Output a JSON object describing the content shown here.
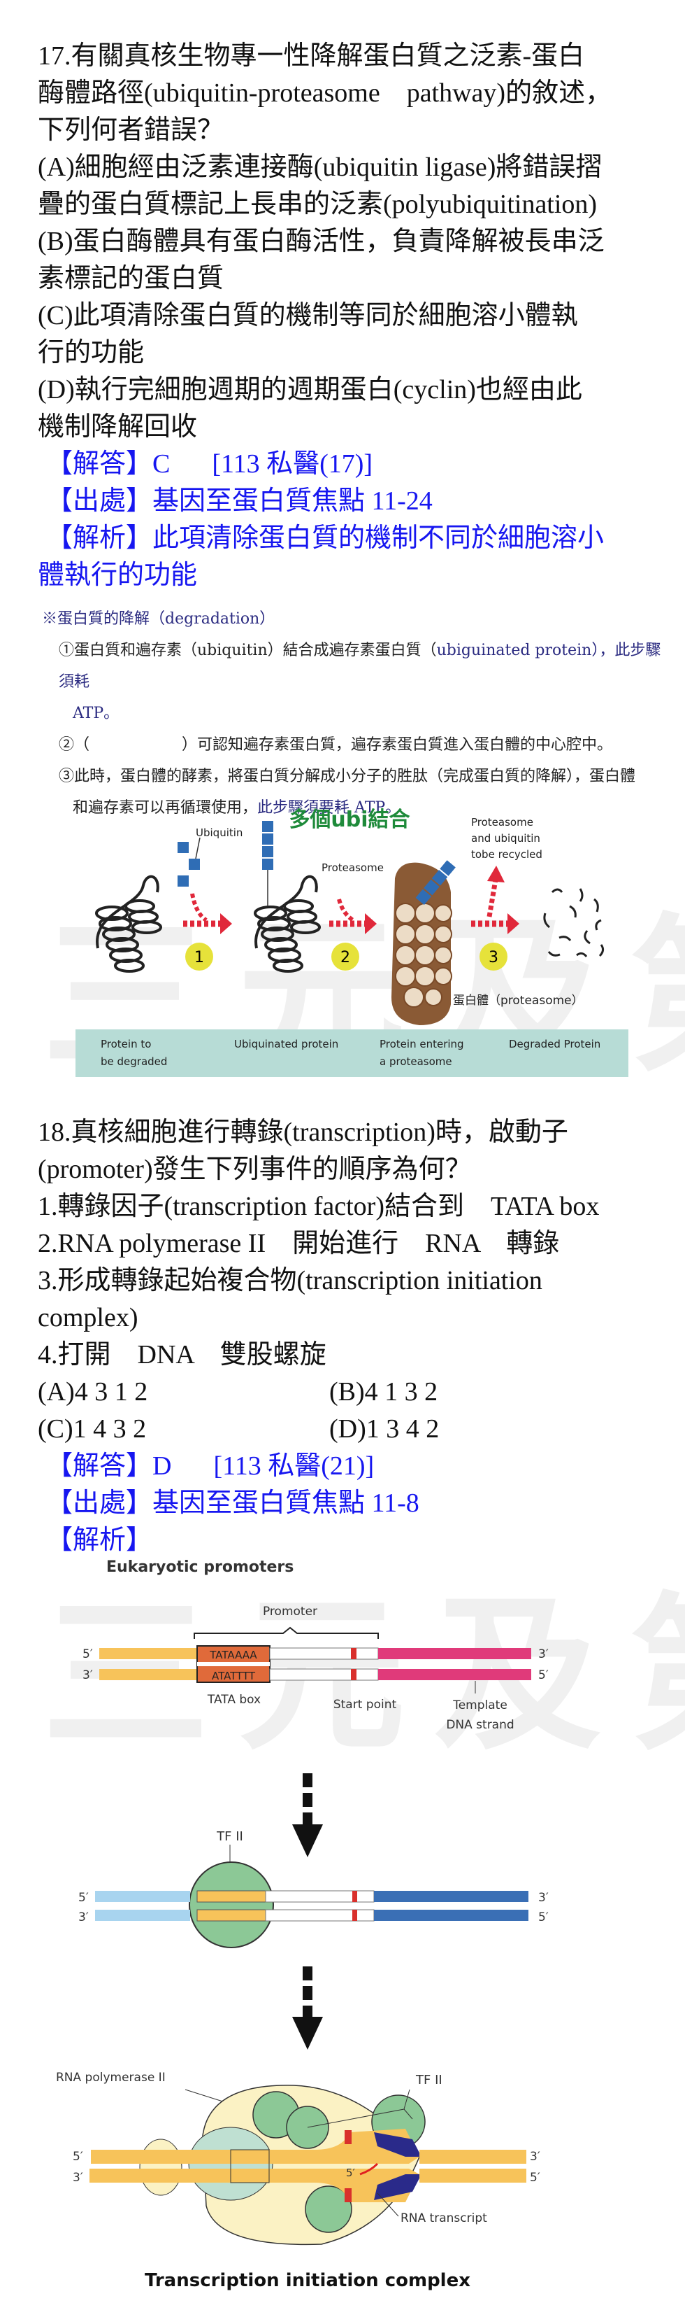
{
  "watermark": "三元及第",
  "q17": {
    "lines": [
      "17.有關真核生物專一性降解蛋白質之泛素-蛋白",
      "酶體路徑(ubiquitin-proteasome　pathway)的敘述，",
      "下列何者錯誤？",
      "(A)細胞經由泛素連接酶(ubiquitin ligase)將錯誤摺",
      "疊的蛋白質標記上長串的泛素(polyubiquitination)",
      "(B)蛋白酶體具有蛋白酶活性，負責降解被長串泛",
      "素標記的蛋白質",
      "(C)此項清除蛋白質的機制等同於細胞溶小體執",
      "行的功能",
      "(D)執行完細胞週期的週期蛋白(cyclin)也經由此",
      "機制降解回收"
    ],
    "answer": {
      "label": "【解答】",
      "value": "C",
      "source": "[113 私醫(17)]"
    },
    "origin": {
      "label": "【出處】",
      "value": "基因至蛋白質焦點 11-24"
    },
    "explanation": {
      "label": "【解析】",
      "lines": [
        "此項清除蛋白質的機制不同於細胞溶小",
        "體執行的功能"
      ]
    }
  },
  "figure1": {
    "notes": {
      "title": "※蛋白質的降解（degradation）",
      "step1_a": "①蛋白質和遍存素（ubiquitin）結合成遍存素蛋白質（",
      "step1_b": "ubiguinated protein），此步驟須耗",
      "step1_c": "ATP。",
      "step2": "②（　　　　　　）可認知遍存素蛋白質，遍存素蛋白質進入蛋白體的中心腔中。",
      "step3_a": "③此時，蛋白體的酵素，將蛋白質分解成小分子的胜肽（完成蛋白質的降解），蛋白體",
      "step3_b": "和遍存素可以再循環使用，",
      "step3_c": "此步驟須要耗 ATP。"
    },
    "diagram": {
      "title": "多個ubi結合",
      "ubiquitin": "Ubiquitin",
      "proteasome": "Proteasome",
      "recycled": [
        "Proteasome",
        "and ubiquitin",
        "tobe recycled"
      ],
      "proteasome_cn": "蛋白體（proteasome）",
      "steps": [
        "1",
        "2",
        "3"
      ],
      "captions": [
        [
          "Protein to",
          "be degraded"
        ],
        [
          "Ubiquinated protein"
        ],
        [
          "Protein entering",
          "a proteasome"
        ],
        [
          "Degraded Protein"
        ]
      ],
      "colors": {
        "arrow": "#e0283a",
        "ubiquitin": "#2f6db5",
        "step_circle": "#e6e23a",
        "caption_bar": "#b7dcd6",
        "title": "#1e8a3a"
      }
    }
  },
  "q18": {
    "lines": [
      "18.真核細胞進行轉錄(transcription)時，啟動子",
      "(promoter)發生下列事件的順序為何？",
      "1.轉錄因子(transcription factor)結合到　TATA box",
      "2.RNA polymerase II　開始進行　RNA　轉錄",
      "3.形成轉錄起始複合物(transcription initiation",
      "complex)",
      "4.打開　DNA　雙股螺旋"
    ],
    "options": [
      [
        "(A)4 3 1 2",
        "(B)4 1 3 2"
      ],
      [
        "(C)1 4 3 2",
        "(D)1 3 4 2"
      ]
    ],
    "answer": {
      "label": "【解答】",
      "value": "D",
      "source": "[113 私醫(21)]"
    },
    "origin": {
      "label": "【出處】",
      "value": "基因至蛋白質焦點 11-8"
    },
    "explanation": {
      "label": "【解析】"
    }
  },
  "figure2": {
    "title": "Eukaryotic promoters",
    "promoter": "Promoter",
    "tata_top": "TATAAAA",
    "tata_bottom": "ATATTTT",
    "tata_box": "TATA box",
    "start_point": "Start point",
    "template": [
      "Template",
      "DNA strand"
    ],
    "five": "5′",
    "three": "3′",
    "tf2": "TF II",
    "rna_pol": "RNA polymerase II",
    "rna_transcript": "RNA transcript",
    "complex_title": "Transcription initiation complex"
  }
}
